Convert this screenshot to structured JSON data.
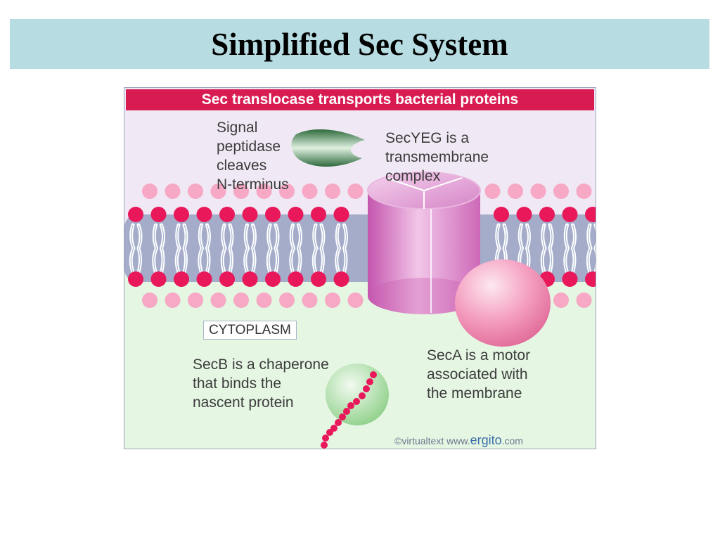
{
  "slide": {
    "title": "Simplified Sec System"
  },
  "figure": {
    "banner": "Sec translocase transports bacterial proteins",
    "labels": {
      "signal_peptidase": [
        "Signal",
        "peptidase",
        "cleaves",
        "N-terminus"
      ],
      "secyeg": [
        "SecYEG is a",
        "transmembrane",
        "complex"
      ],
      "cytoplasm": "CYTOPLASM",
      "secb": [
        "SecB is a chaperone",
        "that binds the",
        "nascent protein"
      ],
      "seca": [
        "SecA is a motor",
        "associated with",
        "the membrane"
      ]
    },
    "credit": {
      "prefix": "©virtualtext www.",
      "brand": "ergito",
      "suffix": ".com"
    }
  },
  "colors": {
    "title_band": "#b7dde3",
    "banner": "#d81c52",
    "periplasm": "#f0e8f4",
    "cytoplasm_bg": "#e5f6e3",
    "membrane_core": "#a5acca",
    "lipid_head": "#e8185a",
    "lipid_head_back": "#f6a8c4",
    "secyeg": "#d879c4",
    "seca": "#f090b2",
    "secb": "#8fd08a",
    "peptidase": "#2e6a3c"
  }
}
